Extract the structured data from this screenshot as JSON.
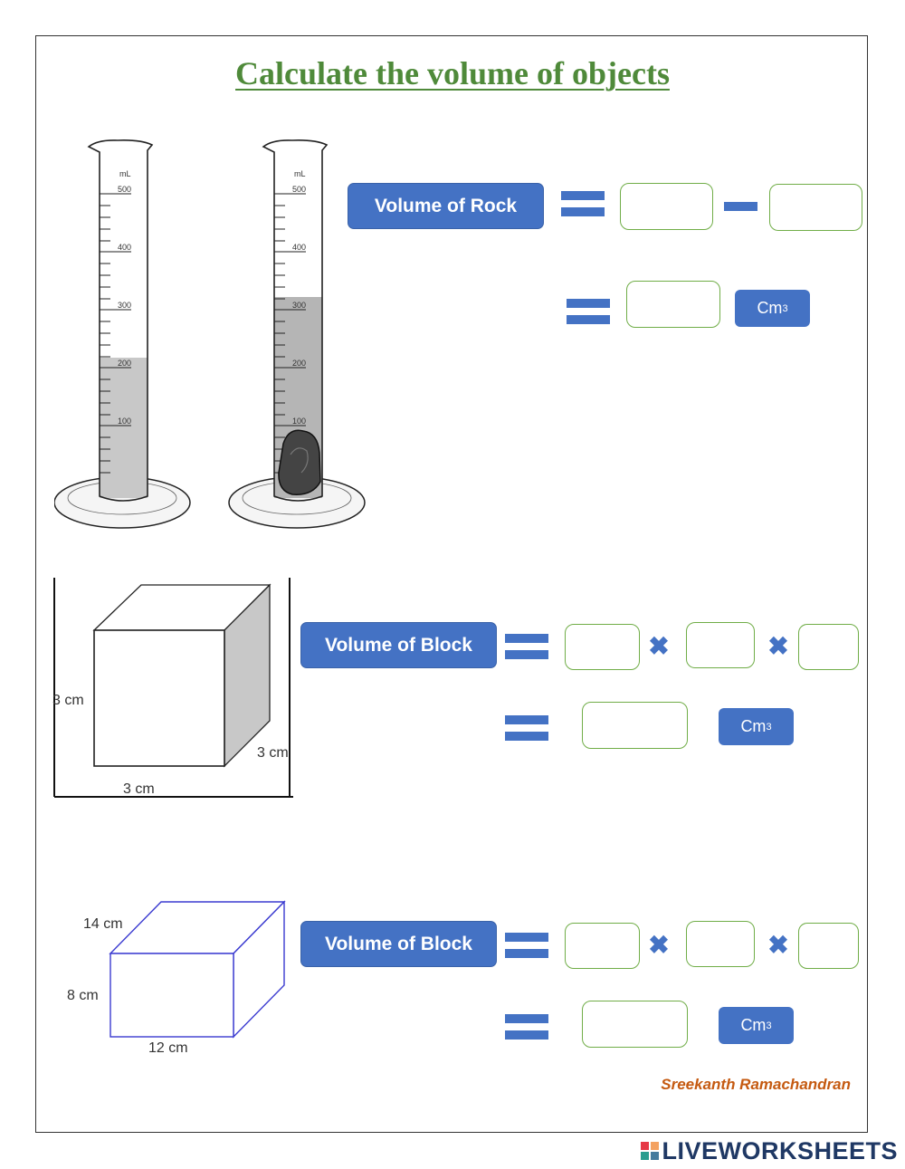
{
  "title": "Calculate the volume of objects",
  "cylinders": {
    "unit": "mL",
    "marks": [
      "500",
      "400",
      "300",
      "200",
      "100"
    ]
  },
  "sections": [
    {
      "label": "Volume of Rock",
      "unit": "Cm",
      "unit_exp": "3",
      "operator": "minus"
    },
    {
      "label": "Volume of Block",
      "unit": "Cm",
      "unit_exp": "3",
      "operator": "times",
      "dims": [
        "3 cm",
        "3 cm",
        "3 cm"
      ]
    },
    {
      "label": "Volume of Block",
      "unit": "Cm",
      "unit_exp": "3",
      "operator": "times",
      "dims": [
        "14 cm",
        "8 cm",
        "12 cm"
      ]
    }
  ],
  "signature": "Sreekanth Ramachandran",
  "brand": "LIVEWORKSHEETS",
  "colors": {
    "title": "#4f8a3a",
    "button": "#4472c4",
    "box_border": "#70ad47",
    "signature": "#c55a11"
  }
}
